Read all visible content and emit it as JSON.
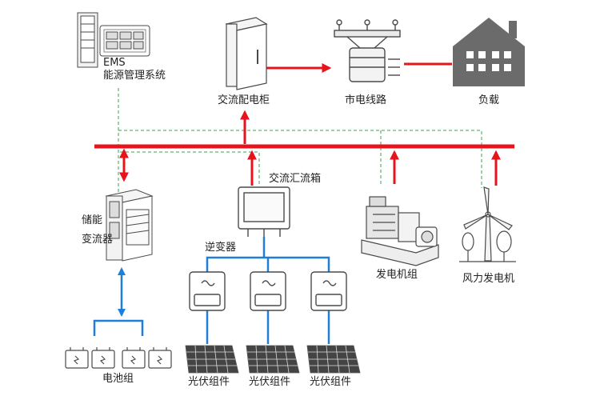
{
  "labels": {
    "ems_line1": "EMS",
    "ems_line2": "能源管理系统",
    "ac_cabinet": "交流配电柜",
    "grid_line": "市电线路",
    "load": "负载",
    "ac_combiner": "交流汇流箱",
    "storage_line1": "储能",
    "storage_line2": "变流器",
    "inverter": "逆变器",
    "generator": "发电机组",
    "wind": "风力发电机",
    "battery": "电池组",
    "pv1": "光伏组件",
    "pv2": "光伏组件",
    "pv3": "光伏组件"
  },
  "colors": {
    "ac_bus": "#e8141c",
    "dc_link": "#1f7fd6",
    "comm_dashed": "#3fa34d",
    "equipment_outline": "#4a4a4a",
    "house": "#6b6b6b"
  }
}
